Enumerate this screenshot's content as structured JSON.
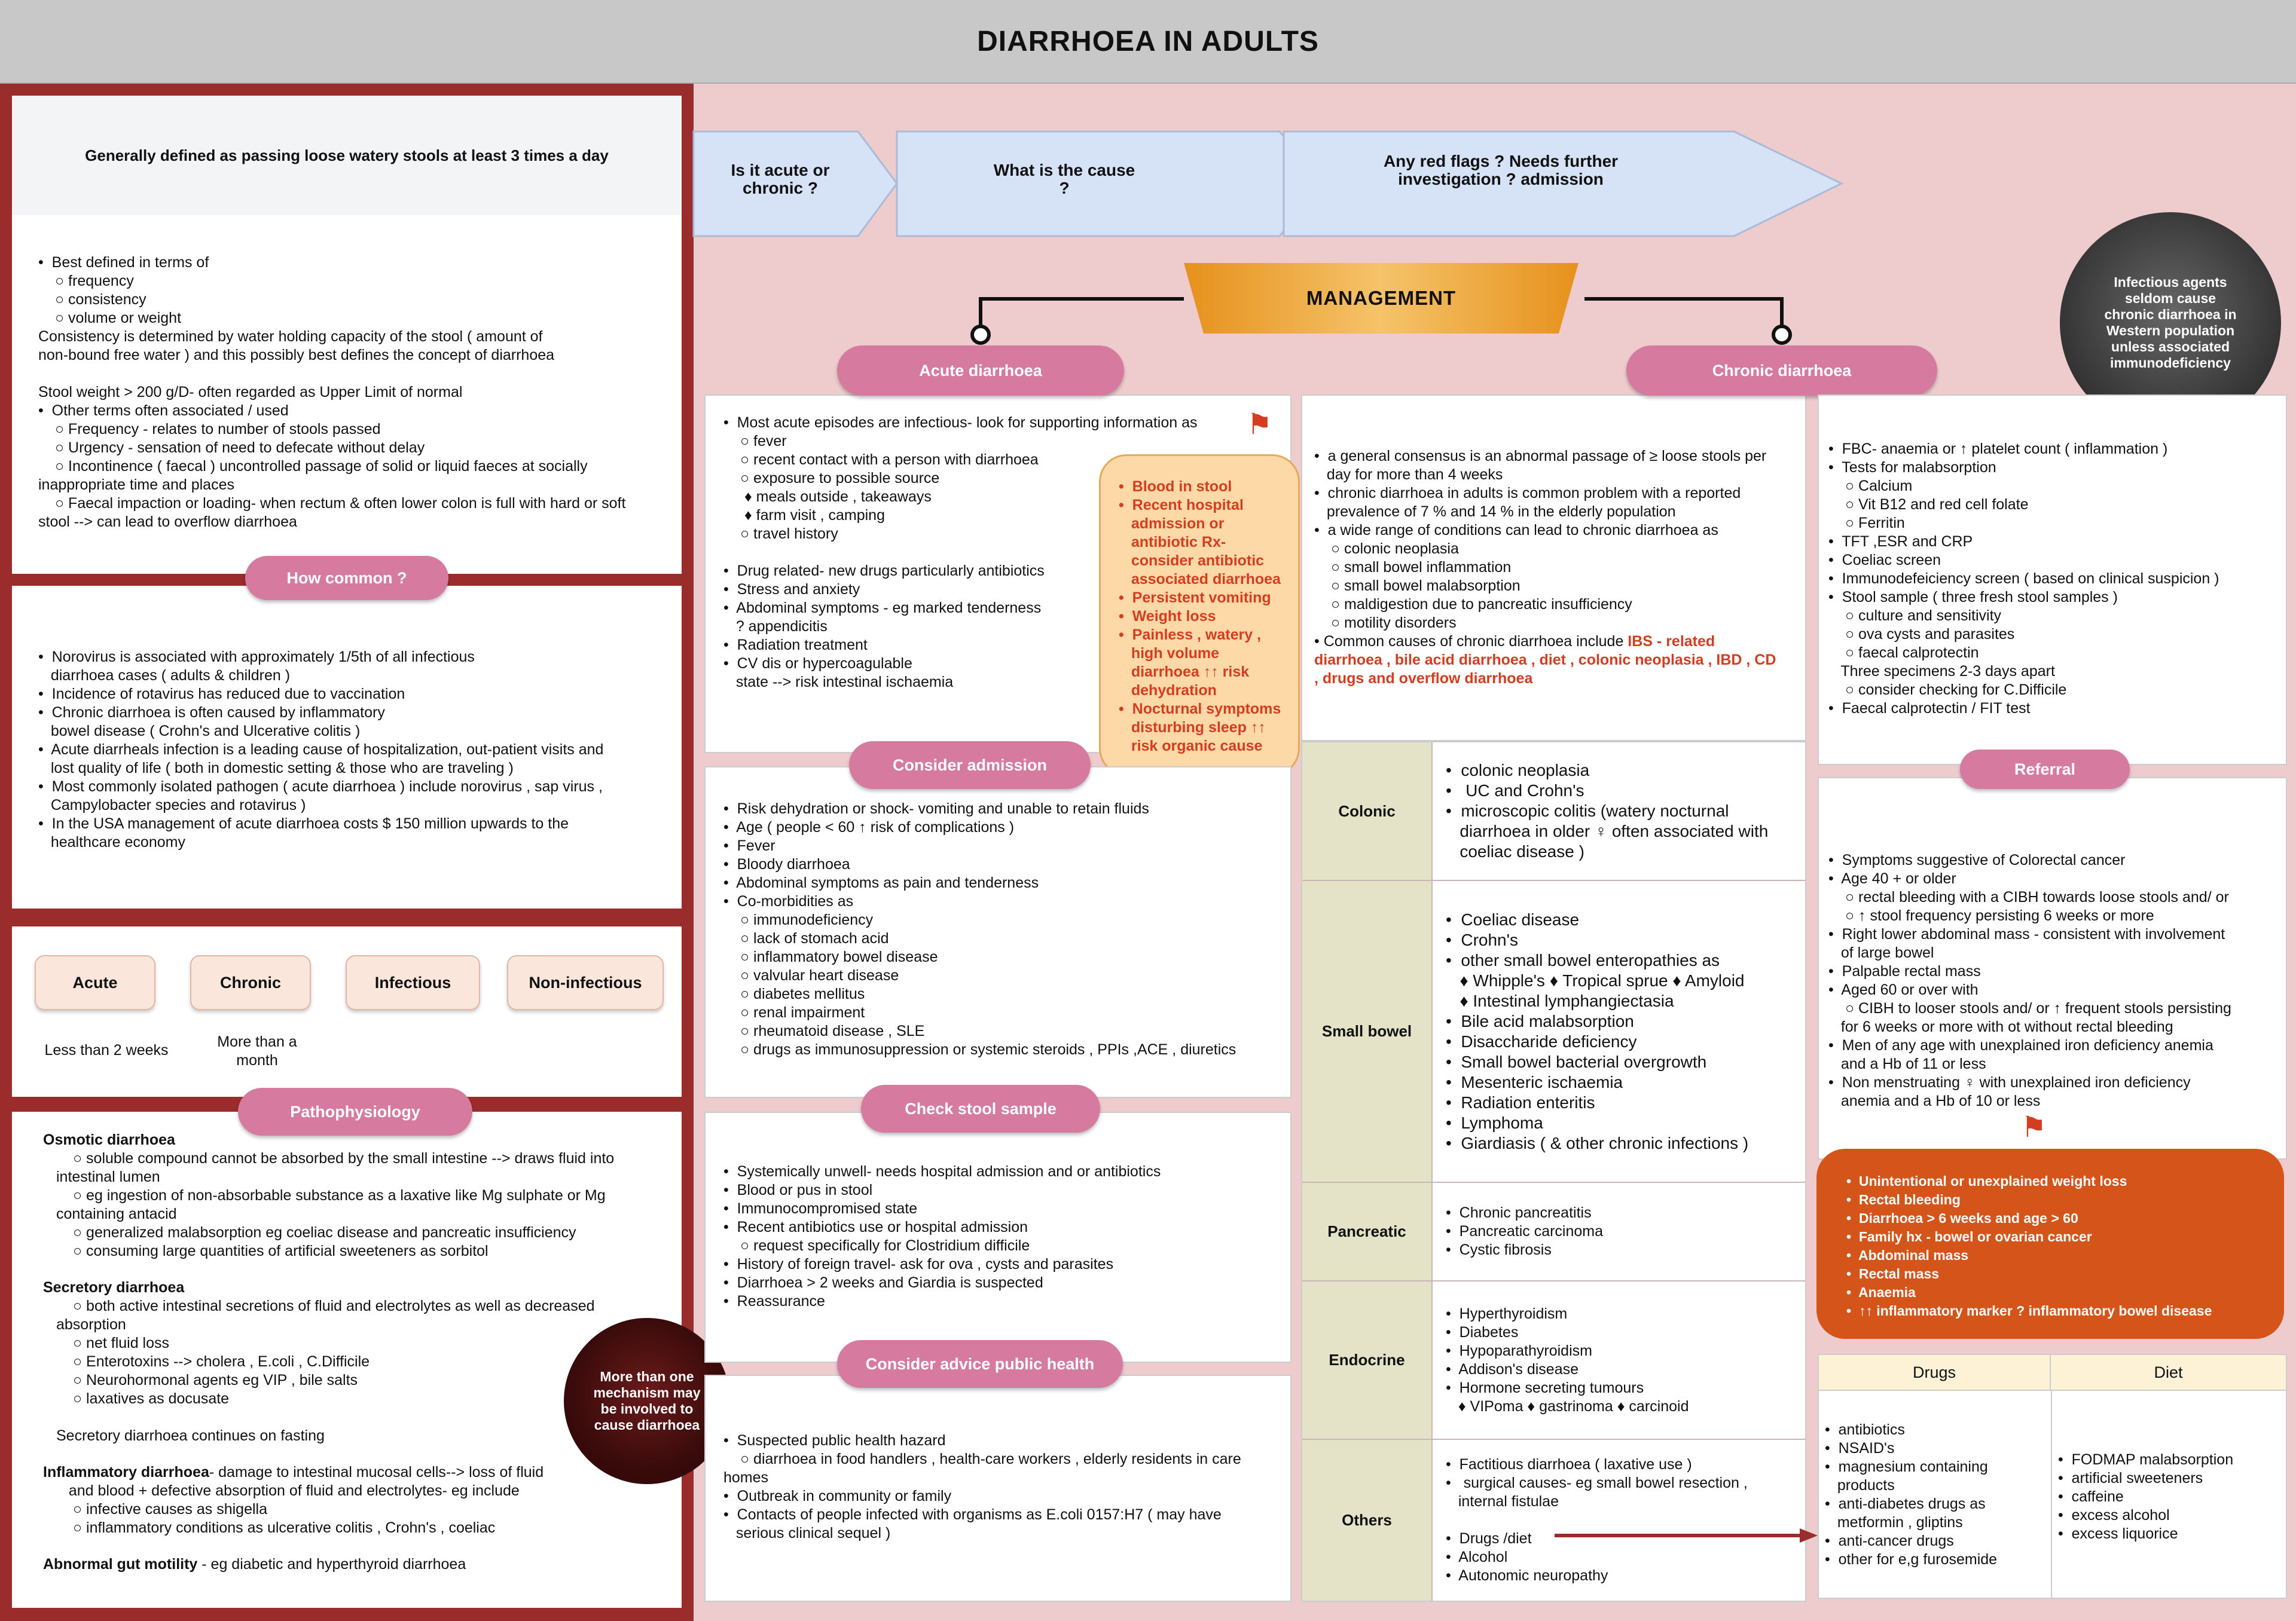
{
  "title": "DIARRHOEA IN ADULTS",
  "definition": {
    "heading": "Generally defined as passing loose watery stools at least 3 times a day",
    "lines": [
      "•  Best defined in terms of",
      "○ frequency",
      "○ consistency",
      "○ volume or weight",
      "Consistency is determined by water holding capacity of the stool ( amount of",
      "non-bound free water ) and this possibly best defines the concept of diarrhoea",
      "",
      "Stool weight > 200 g/D- often regarded as Upper Limit of normal",
      "•  Other terms often associated / used",
      "○ Frequency - relates to number of stools passed",
      "○ Urgency - sensation of need to defecate without delay",
      "○ Incontinence ( faecal ) uncontrolled passage of solid or liquid faeces at socially",
      "inappropriate time and places",
      "○ Faecal impaction or loading- when rectum & often lower colon is full with hard or soft",
      "stool --> can lead to overflow diarrhoea"
    ]
  },
  "how_common": {
    "label": "How common ?",
    "lines": [
      "•  Norovirus is associated with approximately 1/5th of all infectious",
      "   diarrhoea cases ( adults & children )",
      "•  Incidence of rotavirus has reduced due to vaccination",
      "•  Chronic diarrhoea is often caused by inflammatory",
      "   bowel disease ( Crohn's and Ulcerative colitis )",
      "•  Acute diarrheals infection is a leading cause of hospitalization, out-patient visits and",
      "   lost quality of life ( both in domestic setting & those who are traveling )",
      "•  Most commonly isolated pathogen ( acute diarrhoea ) include norovirus , sap virus ,",
      "   Campylobacter species and rotavirus )",
      "•  In the USA management of acute diarrhoea costs $ 150 million upwards to the",
      "   healthcare economy"
    ]
  },
  "types": [
    {
      "label": "Acute",
      "note": "Less than 2 weeks"
    },
    {
      "label": "Chronic",
      "note": "More than a month"
    },
    {
      "label": "Infectious",
      "note": ""
    },
    {
      "label": "Non-infectious",
      "note": ""
    }
  ],
  "pathophysiology": {
    "label": "Pathophysiology",
    "osmotic_title": "Osmotic diarrhoea",
    "osmotic": [
      "○ soluble compound cannot be absorbed by the small intestine --> draws fluid into",
      "intestinal lumen",
      "○ eg ingestion of non-absorbable substance as a laxative like Mg sulphate or Mg",
      "containing antacid",
      "○ generalized malabsorption eg coeliac disease and pancreatic insufficiency",
      "○ consuming large quantities of artificial sweeteners as sorbitol"
    ],
    "secretory_title": "Secretory diarrhoea",
    "secretory": [
      "○ both active intestinal secretions of fluid and electrolytes as well as decreased",
      "absorption",
      "○ net fluid loss",
      "○ Enterotoxins --> cholera , E.coli , C.Difficile",
      "○ Neurohormonal agents eg VIP , bile salts",
      "○ laxatives as docusate",
      "",
      "Secretory diarrhoea continues on fasting"
    ],
    "inflammatory_title": "Inflammatory diarrhoea",
    "inflammatory_rest": "- damage to intestinal mucosal cells--> loss of fluid",
    "inflammatory": [
      "   and blood + defective absorption of fluid and electrolytes- eg include",
      "○ infective causes as shigella",
      "○ inflammatory conditions as ulcerative colitis , Crohn's , coeliac"
    ],
    "motility_title": "Abnormal gut motility",
    "motility_rest": " - eg diabetic and hyperthyroid diarrhoea",
    "circle": "More than one mechanism may be involved to cause diarrhoea"
  },
  "flow": {
    "step1": "Is it acute or chronic ?",
    "step2": "What is the cause ?",
    "step3": "Any red flags ? Needs further investigation ? admission",
    "management": "MANAGEMENT",
    "infect_circle": "Infectious agents seldom cause chronic diarrhoea in Western population unless associated immunodeficiency"
  },
  "acute": {
    "label": "Acute diarrhoea",
    "lines": [
      "•  Most acute episodes are infectious- look for supporting information as",
      "○ fever",
      "○ recent contact with a person with diarrhoea",
      "○ exposure to possible source",
      " ♦ meals outside , takeaways",
      " ♦ farm visit , camping",
      "○ travel history",
      "",
      "•  Drug related- new drugs particularly antibiotics",
      "•  Stress and anxiety",
      "•  Abdominal symptoms - eg marked tenderness",
      "   ? appendicitis",
      "•  Radiation treatment",
      "•  CV dis or hypercoagulable",
      "   state --> risk intestinal ischaemia"
    ],
    "flags": [
      "•  Blood in stool",
      "•  Recent hospital",
      "   admission or",
      "   antibiotic Rx-",
      "   consider antibiotic",
      "   associated diarrhoea",
      "•  Persistent vomiting",
      "•  Weight loss",
      "•  Painless , watery ,",
      "   high volume",
      "   diarrhoea ↑↑ risk",
      "   dehydration",
      "•  Nocturnal symptoms",
      "   disturbing sleep ↑↑",
      "   risk organic cause"
    ]
  },
  "admission": {
    "label": "Consider admission",
    "lines": [
      "•  Risk dehydration or shock- vomiting and unable to retain fluids",
      "•  Age ( people < 60 ↑ risk of complications )",
      "•  Fever",
      "•  Bloody diarrhoea",
      "•  Abdominal symptoms as pain and tenderness",
      "•  Co-morbidities as",
      "○ immunodeficiency",
      "○ lack of stomach acid",
      "○ inflammatory bowel disease",
      "○ valvular heart disease",
      "○ diabetes mellitus",
      "○ renal impairment",
      "○ rheumatoid disease , SLE",
      "○ drugs as immunosuppression or systemic steroids , PPIs ,ACE , diuretics"
    ]
  },
  "stool": {
    "label": "Check stool sample",
    "lines": [
      "•  Systemically unwell- needs hospital admission and or antibiotics",
      "•  Blood or pus in stool",
      "•  Immunocompromised state",
      "•  Recent antibiotics use or hospital admission",
      "○ request specifically for Clostridium difficile",
      "•  History of foreign travel- ask for ova , cysts and parasites",
      "•  Diarrhoea > 2 weeks and Giardia is suspected",
      "•  Reassurance"
    ]
  },
  "public_health": {
    "label": "Consider advice public health",
    "lines": [
      "•  Suspected public health hazard",
      "○ diarrhoea in food handlers , health-care workers , elderly residents in care",
      "homes",
      "•  Outbreak in community or family",
      "•  Contacts of people infected with organisms as E.coli 0157:H7 ( may have",
      "   serious clinical sequel )"
    ]
  },
  "chronic": {
    "label": "Chronic diarrhoea",
    "lines": [
      "•  a general consensus is an abnormal passage of ≥ loose stools per",
      "   day for more than 4 weeks",
      "•  chronic diarrhoea in adults is common problem with a reported",
      "   prevalence of 7 % and 14 % in the elderly population",
      "•  a wide range of conditions can lead to chronic diarrhoea as",
      "○ colonic neoplasia",
      "○ small bowel inflammation",
      "○ small bowel malabsorption",
      "○ maldigestion due to pancreatic insufficiency",
      "○ motility disorders"
    ],
    "common_prefix": "•  Common causes of chronic diarrhoea include ",
    "common_red_1": "IBS - related",
    "common_red_2": "diarrhoea , bile acid diarrhoea , diet , colonic neoplasia , IBD , CD",
    "common_red_3": ", drugs and overflow diarrhoea"
  },
  "causes": [
    {
      "label": "Colonic",
      "items": [
        "•  colonic neoplasia",
        "•   UC and Crohn's",
        "•  microscopic colitis (watery nocturnal",
        "   diarrhoea in older ♀ often associated with",
        "   coeliac disease )"
      ]
    },
    {
      "label": "Small bowel",
      "items": [
        "•  Coeliac disease",
        "•  Crohn's",
        "•  other small bowel enteropathies as",
        "   ♦ Whipple's ♦ Tropical sprue ♦ Amyloid",
        "   ♦ Intestinal lymphangiectasia",
        "•  Bile acid malabsorption",
        "•  Disaccharide deficiency",
        "•  Small bowel bacterial overgrowth",
        "•  Mesenteric ischaemia",
        "•  Radiation enteritis",
        "•  Lymphoma",
        "•  Giardiasis ( & other chronic infections )"
      ]
    },
    {
      "label": "Pancreatic",
      "items": [
        "•  Chronic pancreatitis",
        "•  Pancreatic carcinoma",
        "•  Cystic fibrosis"
      ]
    },
    {
      "label": "Endocrine",
      "items": [
        "•  Hyperthyroidism",
        "•  Diabetes",
        "•  Hypoparathyroidism",
        "•  Addison's disease",
        "•  Hormone secreting tumours",
        "   ♦ VIPoma ♦ gastrinoma ♦ carcinoid"
      ]
    },
    {
      "label": "Others",
      "items": [
        "•  Factitious diarrhoea ( laxative use )",
        "•   surgical causes- eg small bowel resection ,",
        "   internal fistulae",
        "",
        "•  Drugs /diet",
        "•  Alcohol",
        "•  Autonomic neuropathy"
      ]
    }
  ],
  "tests": {
    "lines": [
      "•  FBC- anaemia or ↑ platelet count ( inflammation )",
      "•  Tests for malabsorption",
      "○ Calcium",
      "○ Vit B12 and red cell folate",
      "○ Ferritin",
      "•  TFT ,ESR and CRP",
      "•  Coeliac screen",
      "•  Immunodefeiciency screen ( based on clinical suspicion )",
      "•  Stool sample ( three fresh stool samples )",
      "○ culture and sensitivity",
      "○ ova cysts and parasites",
      "○ faecal calprotectin",
      "   Three specimens 2-3 days apart",
      "○ consider checking for C.Difficile",
      "•  Faecal calprotectin / FIT test"
    ]
  },
  "referral": {
    "label": "Referral",
    "lines": [
      "•  Symptoms suggestive of Colorectal cancer",
      "•  Age 40 + or older",
      "○ rectal bleeding with a CIBH towards loose stools and/ or",
      "○ ↑ stool frequency persisting 6 weeks or more",
      "•  Right lower abdominal mass - consistent with involvement",
      "   of large bowel",
      "•  Palpable rectal mass",
      "•  Aged 60 or over with",
      "○ CIBH to looser stools and/ or ↑ frequent stools persisting",
      "   for 6 weeks or more with ot without rectal bleeding",
      "•  Men of any age with unexplained iron deficiency anemia",
      "   and a Hb of 11 or less",
      "•  Non menstruating ♀ with unexplained iron deficiency",
      "   anemia and a Hb of 10 or less"
    ],
    "flags": [
      "•  Unintentional or unexplained weight loss",
      "•  Rectal bleeding",
      "•  Diarrhoea > 6 weeks and age > 60",
      "•  Family hx - bowel or ovarian cancer",
      "•  Abdominal mass",
      "•  Rectal mass",
      "•  Anaemia",
      "•  ↑↑ inflammatory marker ? inflammatory bowel disease"
    ]
  },
  "drugs_diet": {
    "drugs_label": "Drugs",
    "diet_label": "Diet",
    "drugs": [
      "•  antibiotics",
      "•  NSAID's",
      "•  magnesium containing",
      "   products",
      "•  anti-diabetes drugs as",
      "   metformin , gliptins",
      "•  anti-cancer drugs",
      "•  other for e,g furosemide"
    ],
    "diet": [
      "•  FODMAP malabsorption",
      "•  artificial sweeteners",
      "•  caffeine",
      "•  excess alcohol",
      "•  excess liquorice"
    ]
  },
  "colors": {
    "accent_pink": "#d67b9f",
    "dark_red": "#9b2c2c",
    "flag_red": "#d63c20",
    "orange_box": "#d5541a"
  }
}
